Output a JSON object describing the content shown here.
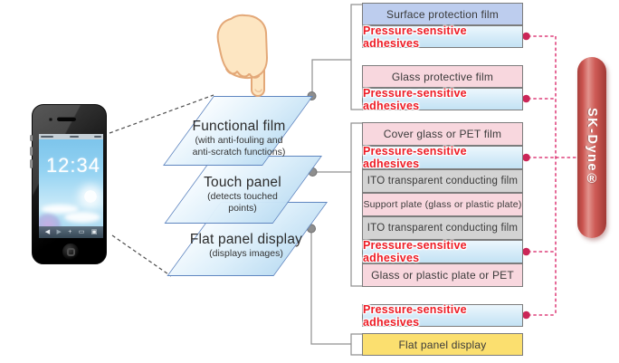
{
  "phone": {
    "time": "12:34",
    "toolbar_icons": [
      {
        "name": "back-icon",
        "glyph": "◀"
      },
      {
        "name": "forward-icon",
        "glyph": "▶"
      },
      {
        "name": "plus-icon",
        "glyph": "+"
      },
      {
        "name": "pages-icon",
        "glyph": "▭"
      },
      {
        "name": "camera-icon",
        "glyph": "▣"
      }
    ]
  },
  "layers": [
    {
      "title": "Functional film",
      "subtitle1": "(with anti-fouling and",
      "subtitle2": "anti-scratch functions)"
    },
    {
      "title": "Touch panel",
      "subtitle1": "(detects touched",
      "subtitle2": "points)"
    },
    {
      "title": "Flat panel display",
      "subtitle1": "(displays images)",
      "subtitle2": ""
    }
  ],
  "boxes": [
    {
      "label": "Surface protection film",
      "type": "film-blue"
    },
    {
      "label": "Pressure-sensitive adhesives",
      "type": "adhesive"
    },
    {
      "label": "Glass protective film",
      "type": "film-pink"
    },
    {
      "label": "Pressure-sensitive adhesives",
      "type": "adhesive"
    },
    {
      "label": "Cover glass or PET film",
      "type": "film-pink"
    },
    {
      "label": "Pressure-sensitive adhesives",
      "type": "adhesive"
    },
    {
      "label": "ITO transparent conducting film",
      "type": "film-gray"
    },
    {
      "label": "Support plate (glass or plastic plate)",
      "type": "film-pink"
    },
    {
      "label": "ITO transparent conducting film",
      "type": "film-gray"
    },
    {
      "label": "Pressure-sensitive adhesives",
      "type": "adhesive"
    },
    {
      "label": "Glass or plastic plate or PET",
      "type": "film-pink"
    },
    {
      "label": "Pressure-sensitive adhesives",
      "type": "adhesive"
    },
    {
      "label": "Flat panel display",
      "type": "display-yellow"
    }
  ],
  "brand": {
    "label": "SK-Dyne®"
  },
  "colors": {
    "film_blue": "#bdcdee",
    "film_pink": "#f8d7de",
    "film_gray": "#d3d3d3",
    "adhesive_bg": "#d9edf9",
    "adhesive_text": "#ee1c25",
    "display_yellow": "#fbdf6f",
    "layer_fill": "#dbeefa",
    "layer_border": "#5f86c0",
    "brand_red": "#c9534e",
    "dashed_pink": "#d81b60",
    "connector_gray": "#909090"
  }
}
